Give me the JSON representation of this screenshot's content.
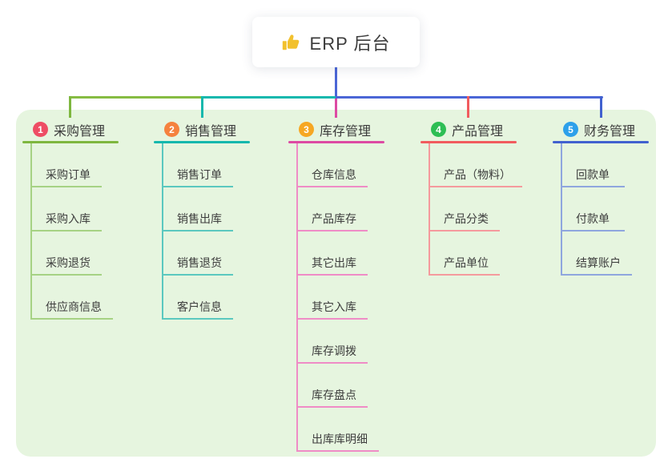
{
  "root": {
    "icon": "thumbs-up-icon",
    "icon_color": "#f2c12e",
    "title": "ERP 后台"
  },
  "panel_color": "#e6f5df",
  "connectors": {
    "root_line_color": "#4b66d6",
    "bus_segments": [
      {
        "name": "left",
        "color": "#86bc43"
      },
      {
        "name": "center",
        "color": "#14b8ad"
      },
      {
        "name": "right",
        "color": "#4b66d6"
      }
    ]
  },
  "branches": [
    {
      "num": "1",
      "title": "采购管理",
      "badge_color": "#ee4d64",
      "line_color": "#7eb73f",
      "child_line_color": "#a6d284",
      "children": [
        "采购订单",
        "采购入库",
        "采购退货",
        "供应商信息"
      ]
    },
    {
      "num": "2",
      "title": "销售管理",
      "badge_color": "#f5823e",
      "line_color": "#14b8ad",
      "child_line_color": "#5bc8bf",
      "children": [
        "销售订单",
        "销售出库",
        "销售退货",
        "客户信息"
      ]
    },
    {
      "num": "3",
      "title": "库存管理",
      "badge_color": "#f6a723",
      "line_color": "#dd4aa3",
      "child_line_color": "#ef8cc6",
      "children": [
        "仓库信息",
        "产品库存",
        "其它出库",
        "其它入库",
        "库存调拨",
        "库存盘点",
        "出库库明细"
      ]
    },
    {
      "num": "4",
      "title": "产品管理",
      "badge_color": "#2dbe54",
      "line_color": "#f15b5e",
      "child_line_color": "#f59a9d",
      "children": [
        "产品（物料）",
        "产品分类",
        "产品单位"
      ]
    },
    {
      "num": "5",
      "title": "财务管理",
      "badge_color": "#2da0ea",
      "line_color": "#4161cf",
      "child_line_color": "#8fa6de",
      "children": [
        "回款单",
        "付款单",
        "结算账户"
      ]
    }
  ]
}
